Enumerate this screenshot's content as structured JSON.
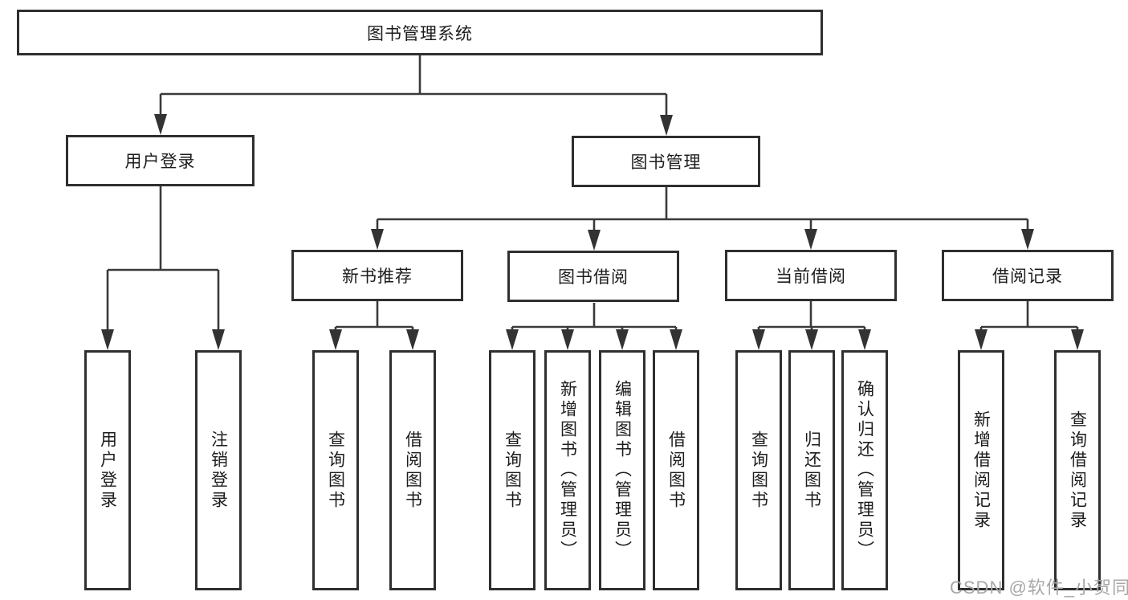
{
  "diagram_type": "hierarchy-tree",
  "tree": {
    "label": "图书管理系统",
    "children": [
      {
        "label": "用户登录",
        "children": [
          {
            "label": "用户登录"
          },
          {
            "label": "注销登录"
          }
        ]
      },
      {
        "label": "图书管理",
        "children": [
          {
            "label": "新书推荐",
            "children": [
              {
                "label": "查询图书"
              },
              {
                "label": "借阅图书"
              }
            ]
          },
          {
            "label": "图书借阅",
            "children": [
              {
                "label": "查询图书"
              },
              {
                "label": "新增图书（管理员）"
              },
              {
                "label": "编辑图书（管理员）"
              },
              {
                "label": "借阅图书"
              }
            ]
          },
          {
            "label": "当前借阅",
            "children": [
              {
                "label": "查询图书"
              },
              {
                "label": "归还图书"
              },
              {
                "label": "确认归还（管理员）"
              }
            ]
          },
          {
            "label": "借阅记录",
            "children": [
              {
                "label": "新增借阅记录"
              },
              {
                "label": "查询借阅记录"
              }
            ]
          }
        ]
      }
    ]
  },
  "watermark": {
    "text": "CSDN @软件_小贺同学"
  },
  "colors": {
    "background": "#ffffff",
    "box_border": "#2f2f2f",
    "connector": "#3a3a3a",
    "text": "#1c1c1c",
    "watermark": "#a8a8a8"
  }
}
